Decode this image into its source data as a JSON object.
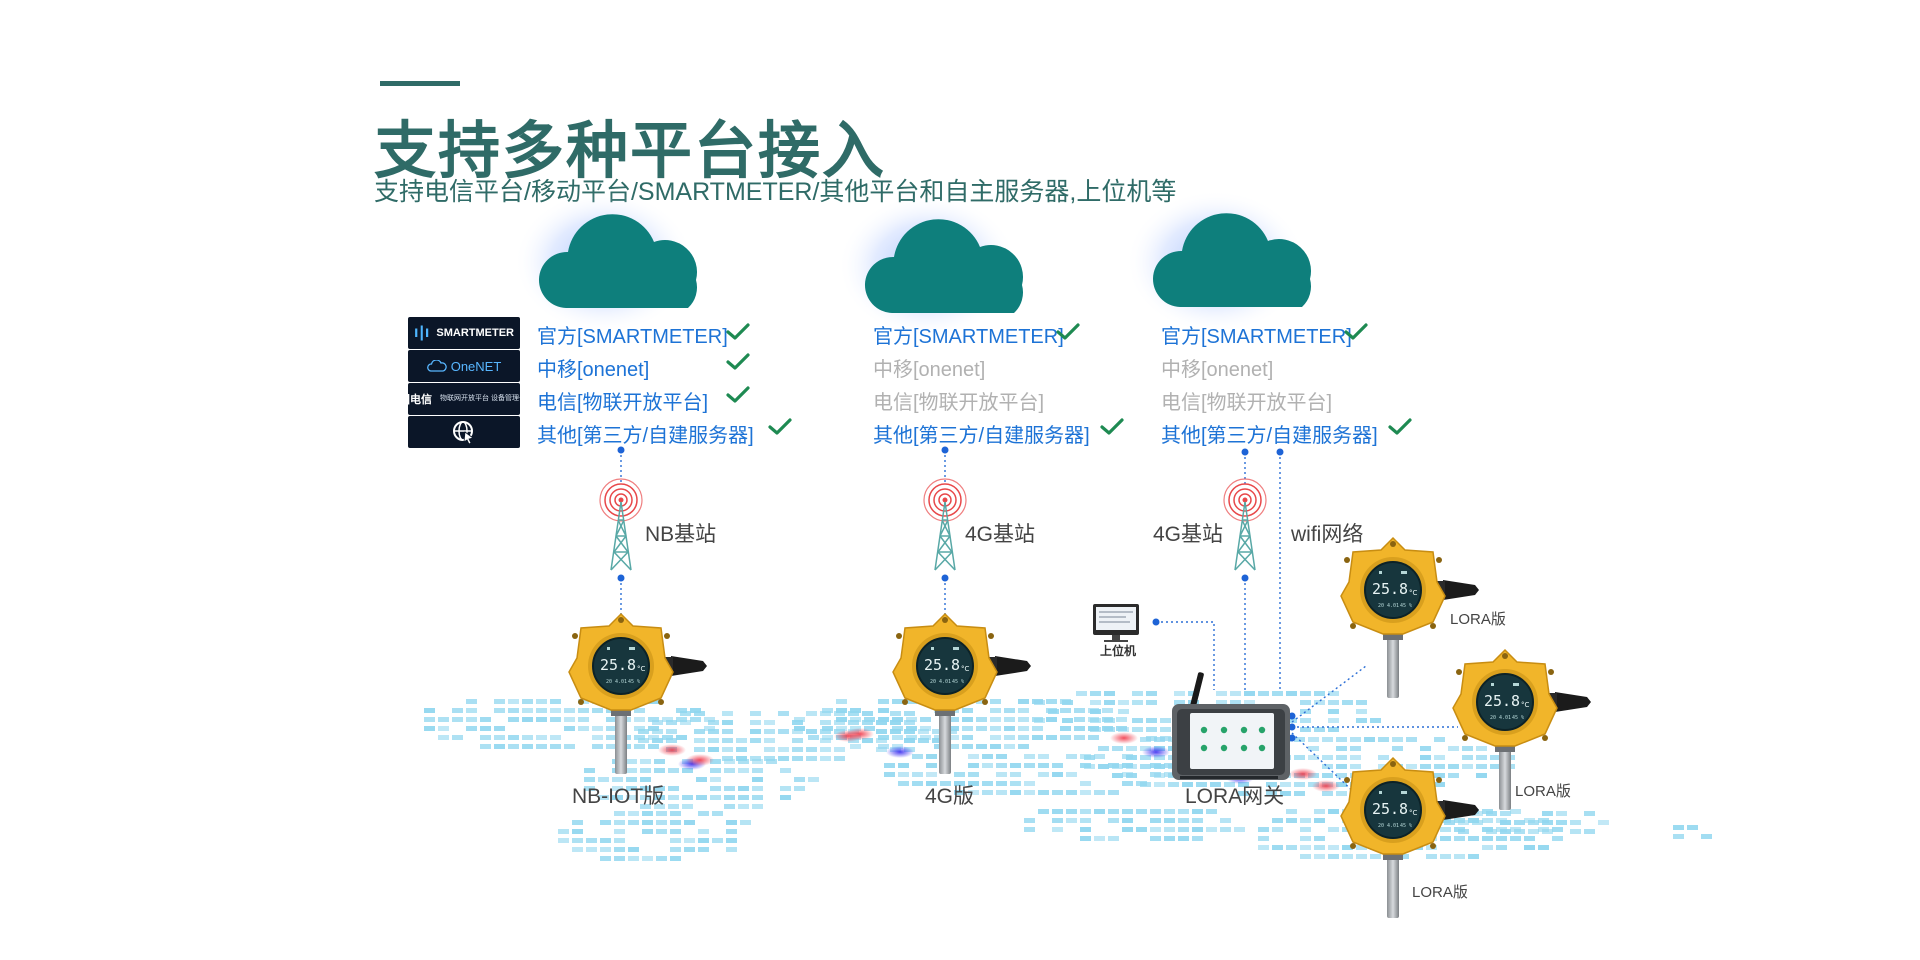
{
  "header": {
    "title": "支持多种平台接入",
    "subtitle": "支持电信平台/移动平台/SMARTMETER/其他平台和自主服务器,上位机等"
  },
  "logos": {
    "smartmeter": "SMARTMETER",
    "onenet": "OneNET",
    "ctwing_a": "中国电信",
    "ctwing_b": "物联网开放平台 设备管理子系统"
  },
  "columns": [
    {
      "platforms": [
        {
          "label": "官方[SMARTMETER]",
          "supported": true
        },
        {
          "label": "中移[onenet]",
          "supported": true
        },
        {
          "label": "电信[物联开放平台]",
          "supported": true
        },
        {
          "label": "其他[第三方/自建服务器]",
          "supported": true
        }
      ],
      "station_label": "NB基站",
      "device_label": "NB-IOT版"
    },
    {
      "platforms": [
        {
          "label": "官方[SMARTMETER]",
          "supported": true
        },
        {
          "label": "中移[onenet]",
          "supported": false
        },
        {
          "label": "电信[物联开放平台]",
          "supported": false
        },
        {
          "label": "其他[第三方/自建服务器]",
          "supported": true
        }
      ],
      "station_label": "4G基站",
      "device_label": "4G版"
    },
    {
      "platforms": [
        {
          "label": "官方[SMARTMETER]",
          "supported": true
        },
        {
          "label": "中移[onenet]",
          "supported": false
        },
        {
          "label": "电信[物联开放平台]",
          "supported": false
        },
        {
          "label": "其他[第三方/自建服务器]",
          "supported": true
        }
      ],
      "station_label": "4G基站",
      "wifi_label": "wifi网络",
      "pc_label": "上位机",
      "gateway_label": "LORA网关",
      "lora_label_1": "LORA版",
      "lora_label_2": "LORA版",
      "lora_label_3": "LORA版"
    }
  ],
  "device_display": {
    "temp": "25.8",
    "unit": "°C",
    "info_a": "20 4.01",
    "info_b": "45 %"
  },
  "colors": {
    "brand": "#2f6b67",
    "cloud": "#0e7f7c",
    "link_blue": "#1d73d6",
    "disabled": "#b1b1b1",
    "check": "#1e8a52",
    "device_yellow": "#f1b52a",
    "tower_red": "#e8484a"
  }
}
